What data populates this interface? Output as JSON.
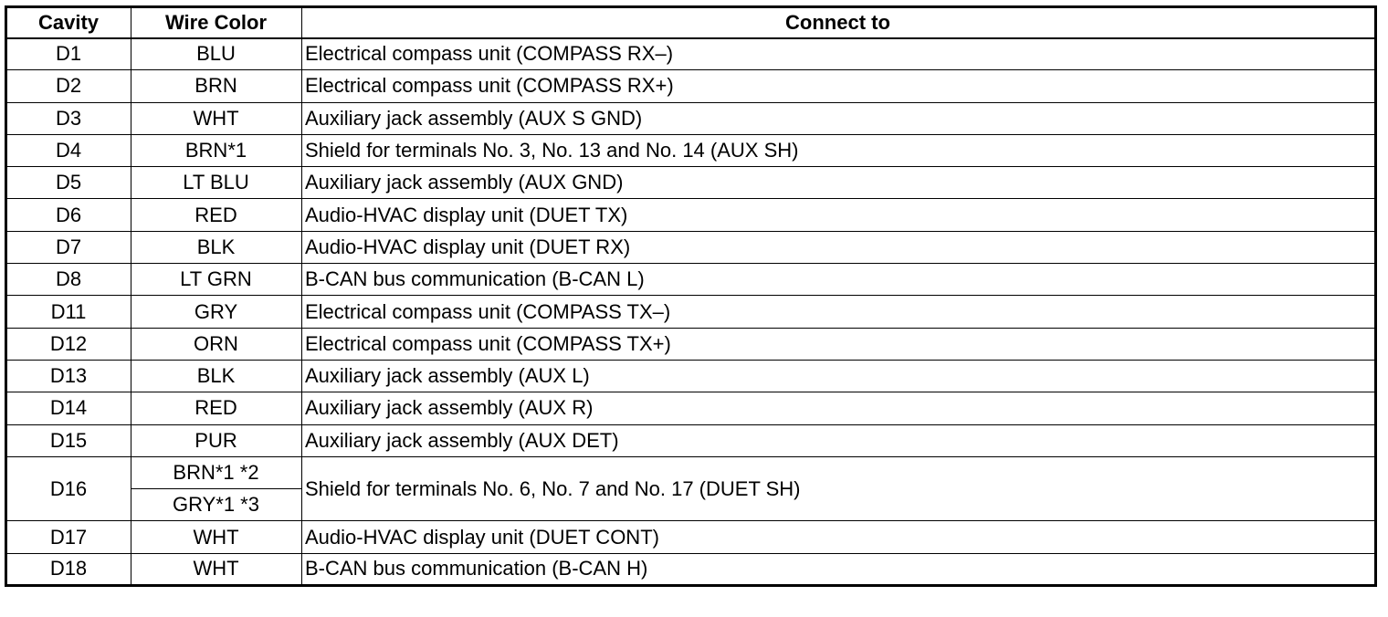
{
  "headers": {
    "cavity": "Cavity",
    "wire_color": "Wire Color",
    "connect_to": "Connect to"
  },
  "rows": [
    {
      "cavity": "D1",
      "colors": [
        "BLU"
      ],
      "connect": "Electrical compass unit (COMPASS RX–)"
    },
    {
      "cavity": "D2",
      "colors": [
        "BRN"
      ],
      "connect": "Electrical compass unit (COMPASS RX+)"
    },
    {
      "cavity": "D3",
      "colors": [
        "WHT"
      ],
      "connect": "Auxiliary jack assembly (AUX S GND)"
    },
    {
      "cavity": "D4",
      "colors": [
        "BRN*1"
      ],
      "connect": "Shield for terminals No. 3, No. 13 and No. 14 (AUX SH)"
    },
    {
      "cavity": "D5",
      "colors": [
        "LT BLU"
      ],
      "connect": "Auxiliary jack assembly (AUX GND)"
    },
    {
      "cavity": "D6",
      "colors": [
        "RED"
      ],
      "connect": "Audio-HVAC display unit (DUET TX)"
    },
    {
      "cavity": "D7",
      "colors": [
        "BLK"
      ],
      "connect": "Audio-HVAC display unit (DUET RX)"
    },
    {
      "cavity": "D8",
      "colors": [
        "LT GRN"
      ],
      "connect": "B-CAN bus communication (B-CAN L)"
    },
    {
      "cavity": "D11",
      "colors": [
        "GRY"
      ],
      "connect": "Electrical compass unit (COMPASS TX–)"
    },
    {
      "cavity": "D12",
      "colors": [
        "ORN"
      ],
      "connect": "Electrical compass unit (COMPASS TX+)"
    },
    {
      "cavity": "D13",
      "colors": [
        "BLK"
      ],
      "connect": "Auxiliary jack assembly (AUX L)"
    },
    {
      "cavity": "D14",
      "colors": [
        "RED"
      ],
      "connect": "Auxiliary jack assembly (AUX R)"
    },
    {
      "cavity": "D15",
      "colors": [
        "PUR"
      ],
      "connect": "Auxiliary jack assembly (AUX DET)"
    },
    {
      "cavity": "D16",
      "colors": [
        "BRN*1 *2",
        "GRY*1 *3"
      ],
      "connect": "Shield for terminals No. 6, No. 7 and No. 17 (DUET SH)"
    },
    {
      "cavity": "D17",
      "colors": [
        "WHT"
      ],
      "connect": "Audio-HVAC display unit (DUET CONT)"
    },
    {
      "cavity": "D18",
      "colors": [
        "WHT"
      ],
      "connect": "B-CAN bus communication (B-CAN H)"
    }
  ]
}
